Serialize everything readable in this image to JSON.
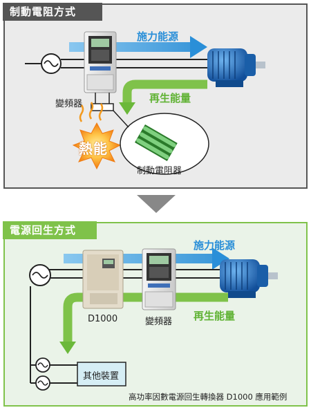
{
  "top_panel": {
    "title": "制動電阻方式",
    "power_flow_label": "施力能源",
    "regen_label": "再生能量",
    "inverter_label": "變頻器",
    "heat_label": "熱能",
    "resistor_label": "制動電阻器"
  },
  "bottom_panel": {
    "title": "電源回生方式",
    "power_flow_label": "施力能源",
    "regen_label": "再生能量",
    "converter_label": "D1000",
    "inverter_label": "變頻器",
    "other_devices_label": "其他裝置",
    "caption": "高功率因數電源回生轉換器 D1000 應用範例"
  },
  "colors": {
    "power_arrow": "#2a8fd8",
    "regen_arrow": "#7fc24a",
    "top_border": "#555555",
    "bottom_border": "#7fc24a",
    "motor": "#1f6fc0",
    "heat": "#f39a1e"
  }
}
